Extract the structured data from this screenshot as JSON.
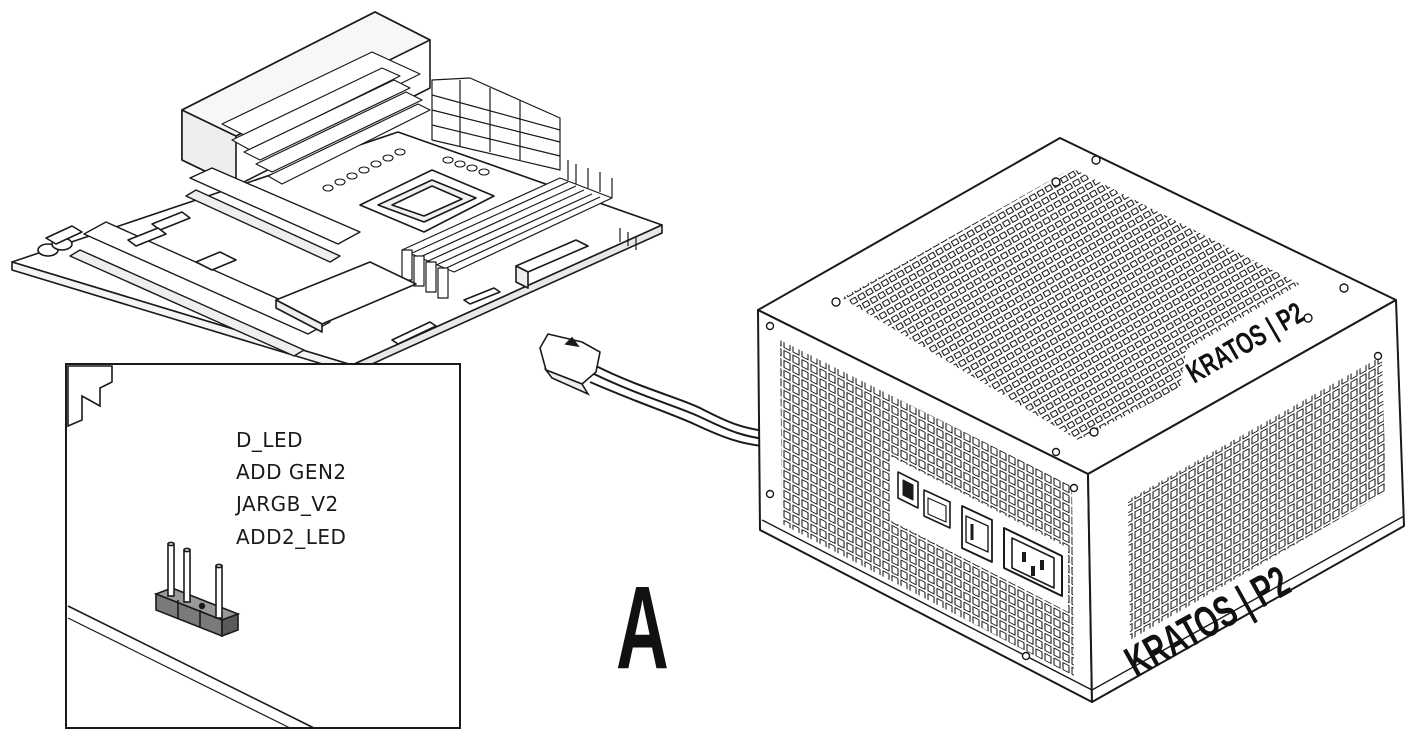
{
  "inset": {
    "labels": [
      "D_LED",
      "ADD GEN2",
      "JARGB_V2",
      "ADD2_LED"
    ]
  },
  "step_letter": "A",
  "psu": {
    "brand_top": "KRATOS | P2",
    "brand_side": "KRATOS | P2"
  },
  "colors": {
    "line": "#1a1a1a",
    "background": "#ffffff",
    "header_fill": "#7a7a7a"
  },
  "icons": [
    "motherboard",
    "argb-connector-cable",
    "power-supply-unit",
    "argb-header-pins"
  ]
}
